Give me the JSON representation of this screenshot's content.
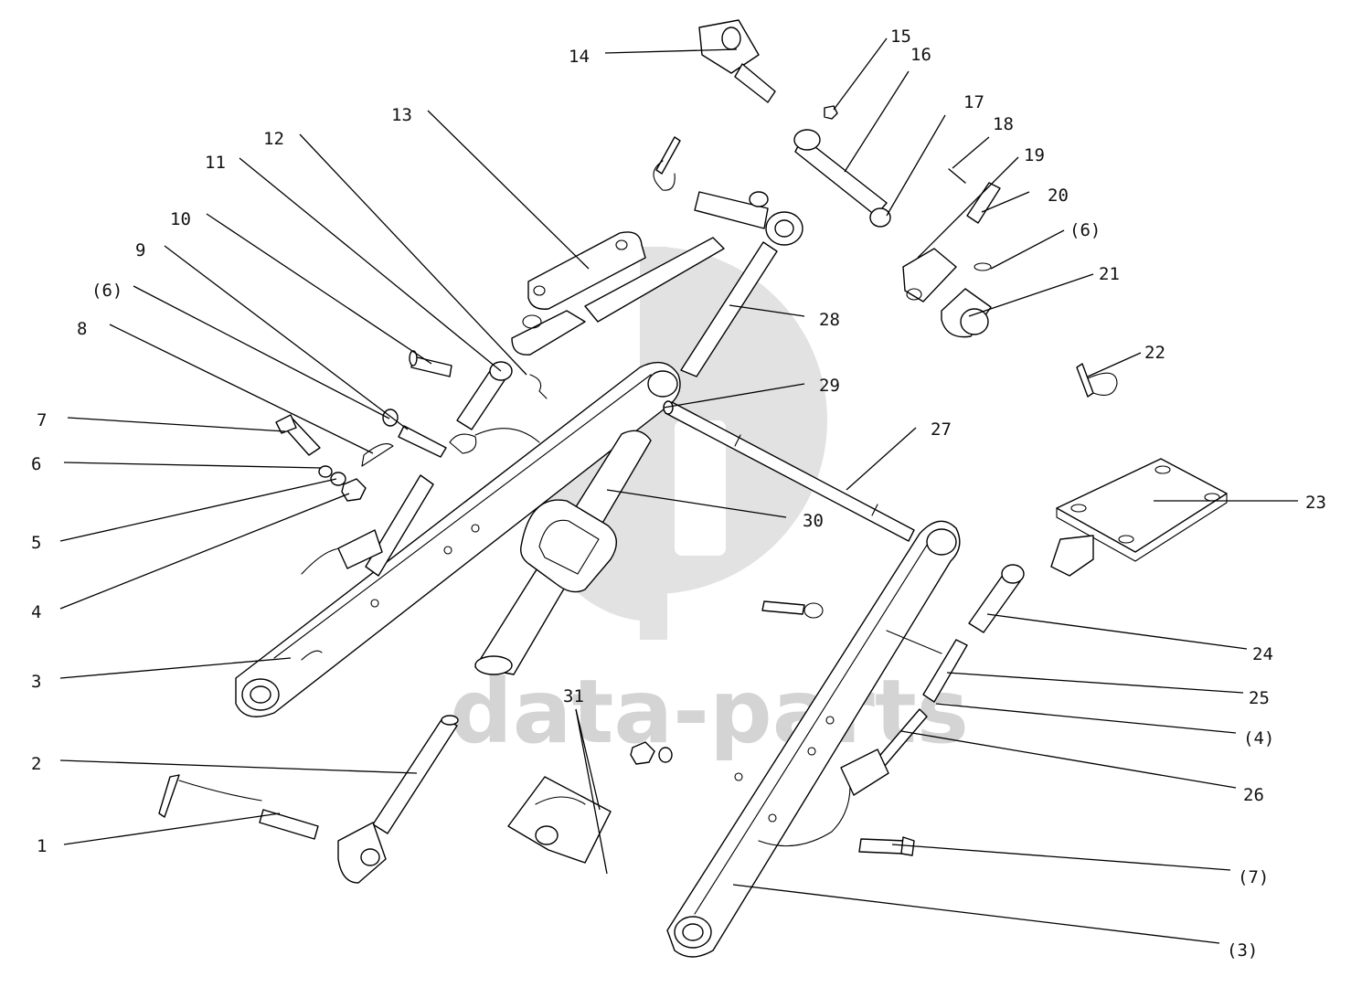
{
  "watermark": {
    "text": "data-parts",
    "color": "#d4d4d4"
  },
  "callouts": [
    {
      "id": "c1",
      "label": "1"
    },
    {
      "id": "c2",
      "label": "2"
    },
    {
      "id": "c3",
      "label": "3"
    },
    {
      "id": "c4",
      "label": "4"
    },
    {
      "id": "c5",
      "label": "5"
    },
    {
      "id": "c6",
      "label": "6"
    },
    {
      "id": "c7",
      "label": "7"
    },
    {
      "id": "c8",
      "label": "8"
    },
    {
      "id": "c6b",
      "label": "(6)"
    },
    {
      "id": "c9",
      "label": "9"
    },
    {
      "id": "c10",
      "label": "10"
    },
    {
      "id": "c11",
      "label": "11"
    },
    {
      "id": "c12",
      "label": "12"
    },
    {
      "id": "c13",
      "label": "13"
    },
    {
      "id": "c14",
      "label": "14"
    },
    {
      "id": "c15",
      "label": "15"
    },
    {
      "id": "c16",
      "label": "16"
    },
    {
      "id": "c17",
      "label": "17"
    },
    {
      "id": "c18",
      "label": "18"
    },
    {
      "id": "c19",
      "label": "19"
    },
    {
      "id": "c20",
      "label": "20"
    },
    {
      "id": "c6c",
      "label": "(6)"
    },
    {
      "id": "c21",
      "label": "21"
    },
    {
      "id": "c22",
      "label": "22"
    },
    {
      "id": "c23",
      "label": "23"
    },
    {
      "id": "c24",
      "label": "24"
    },
    {
      "id": "c25",
      "label": "25"
    },
    {
      "id": "c4b",
      "label": "(4)"
    },
    {
      "id": "c26",
      "label": "26"
    },
    {
      "id": "c7b",
      "label": "(7)"
    },
    {
      "id": "c3b",
      "label": "(3)"
    },
    {
      "id": "c27",
      "label": "27"
    },
    {
      "id": "c28",
      "label": "28"
    },
    {
      "id": "c29",
      "label": "29"
    },
    {
      "id": "c30",
      "label": "30"
    },
    {
      "id": "c31",
      "label": "31"
    }
  ]
}
